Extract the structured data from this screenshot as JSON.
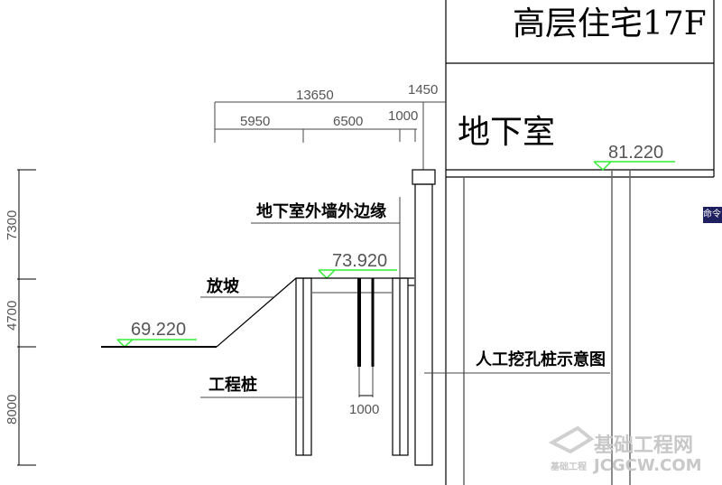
{
  "title": "人工挖孔桩示意图",
  "building": {
    "label": "高层住宅17F",
    "basement": "地下室"
  },
  "elevations": {
    "top": "81.220",
    "cap": "73.920",
    "ground": "69.220"
  },
  "dimensions": {
    "total": "13650",
    "d1": "5950",
    "d2": "6500",
    "d3": "1000",
    "d4": "1450",
    "pile_dia": "1000",
    "v1": "7300",
    "v2": "4700",
    "v3": "8000"
  },
  "labels": {
    "wall_edge": "地下室外墙外边缘",
    "slope": "放坡",
    "pile": "工程桩",
    "diagram": "人工挖孔桩示意图"
  },
  "command_tab": "命令",
  "watermark": {
    "cn": "基础工程网",
    "url": "JCGCW.COM",
    "small": "基础工程"
  },
  "colors": {
    "elevation_mark": "#33ee33",
    "line": "#000000",
    "dim": "#555555"
  }
}
